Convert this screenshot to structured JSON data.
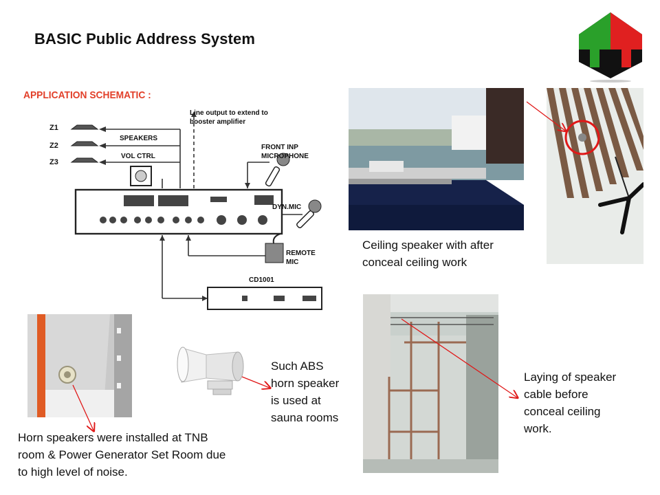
{
  "slide": {
    "title": "BASIC Public Address System",
    "logo_colors": [
      "#2aa02a",
      "#e02020",
      "#111111"
    ]
  },
  "schematic": {
    "heading": "APPLICATION SCHEMATIC :",
    "heading_color": "#e2402a",
    "zones": [
      "Z1",
      "Z2",
      "Z3"
    ],
    "speakers_label": "SPEAKERS",
    "vol_label": "VOL CTRL",
    "line_output_line1": "Line output to extend to",
    "line_output_line2": "booster amplifier",
    "front_inp_line1": "FRONT INP",
    "front_inp_line2": "MICROPHONE",
    "dyn_mic": "DYN.MIC",
    "remote_line1": "REMOTE",
    "remote_line2": "MIC",
    "console": "CD1001"
  },
  "captions": {
    "ceiling": [
      "Ceiling speaker  with after",
      "conceal ceiling work"
    ],
    "laying": [
      "Laying of speaker",
      "cable before",
      "conceal ceiling",
      "work."
    ],
    "abs": [
      "Such ABS",
      "horn speaker",
      "is used at",
      "sauna rooms"
    ],
    "horn": [
      "Horn speakers were installed at TNB",
      "room & Power Generator Set Room due",
      "to high level of noise."
    ]
  },
  "annotation_color": "#e01818"
}
